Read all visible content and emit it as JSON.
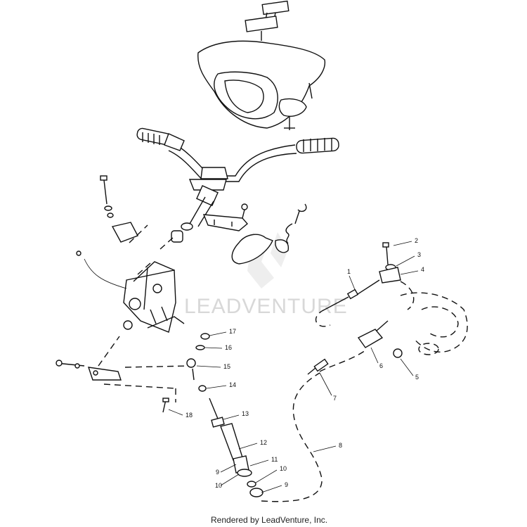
{
  "watermark": {
    "text": "LEADVENTURE"
  },
  "footer": {
    "text": "Rendered by LeadVenture, Inc."
  },
  "callouts": [
    "1",
    "2",
    "3",
    "4",
    "5",
    "6",
    "7",
    "8",
    "9",
    "10",
    "11",
    "12",
    "13",
    "14",
    "15",
    "16",
    "17",
    "18",
    "9",
    "10"
  ]
}
